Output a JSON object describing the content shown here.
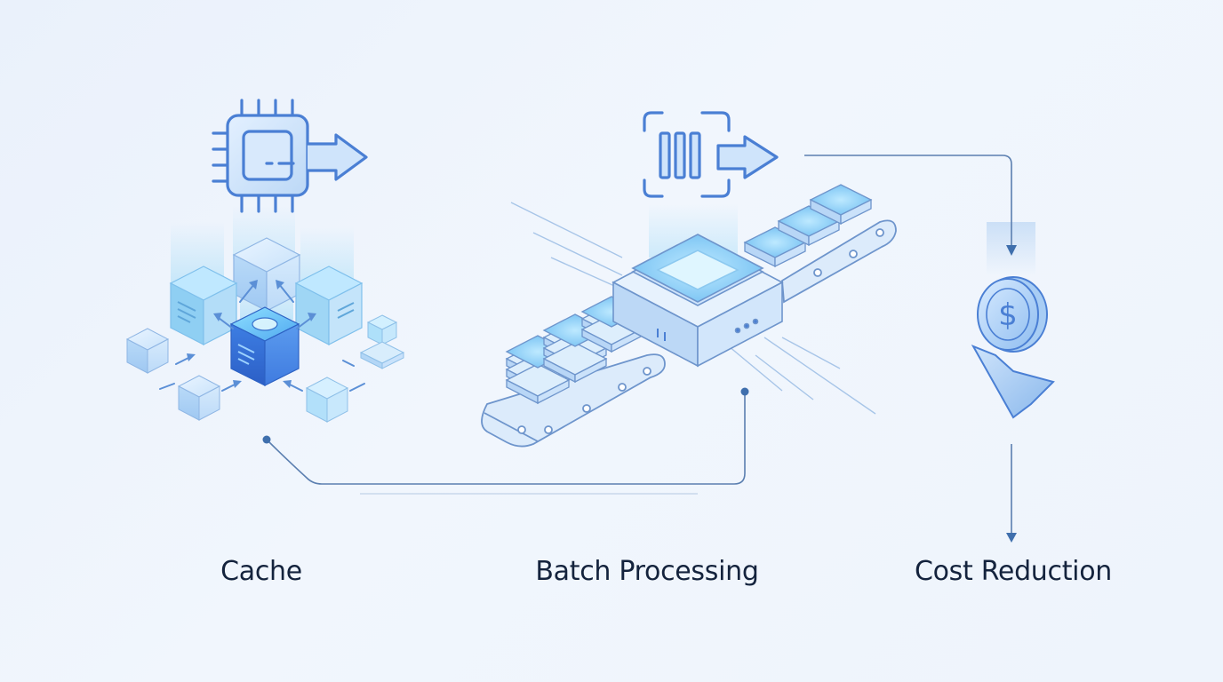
{
  "stages": [
    {
      "id": "cache",
      "label": "Cache",
      "icon": "chip-arrow-icon"
    },
    {
      "id": "batch",
      "label": "Batch Processing",
      "icon": "batch-queue-icon"
    },
    {
      "id": "cost",
      "label": "Cost Reduction",
      "icon": "dollar-coin-down-icon"
    }
  ],
  "colors": {
    "accent": "#4a7fd4",
    "line": "#5b7fb0",
    "text": "#14233d",
    "cube_face": "#cfe3fa",
    "cube_highlight": "#7fd0f5",
    "cube_core": "#3f7be0"
  }
}
